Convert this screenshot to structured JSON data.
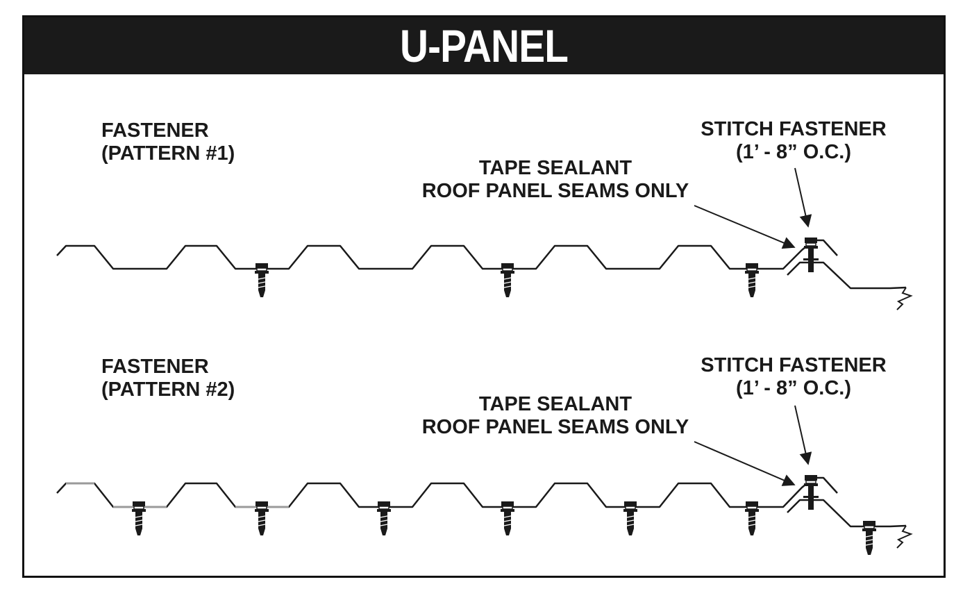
{
  "header": {
    "title": "U-PANEL"
  },
  "patterns": [
    {
      "fastener_line1": "FASTENER",
      "fastener_line2": "(PATTERN #1)",
      "stitch_line1": "STITCH FASTENER",
      "stitch_line2": "(1’ - 8” O.C.)",
      "tape_line1": "TAPE SEALANT",
      "tape_line2": "ROOF PANEL SEAMS ONLY"
    },
    {
      "fastener_line1": "FASTENER",
      "fastener_line2": "(PATTERN #2)",
      "stitch_line1": "STITCH FASTENER",
      "stitch_line2": "(1’ - 8” O.C.)",
      "tape_line1": "TAPE SEALANT",
      "tape_line2": "ROOF PANEL SEAMS ONLY"
    }
  ],
  "colors": {
    "header_bg": "#1a1a1a",
    "header_text": "#ffffff",
    "line": "#1a1a1a",
    "sealant": "#9a9a9a"
  }
}
